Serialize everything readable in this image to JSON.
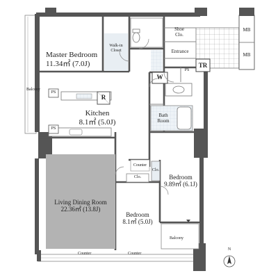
{
  "rooms": {
    "master_bedroom": {
      "name": "Master Bedroom",
      "area": "11.34㎡ (7.0J)"
    },
    "walk_in_closet": {
      "name_line1": "Walk-in",
      "name_line2": "Closet"
    },
    "kitchen": {
      "name": "Kitchen",
      "area": "8.1㎡ (5.0J)"
    },
    "living_dining": {
      "name": "Living Dining Room",
      "area": "22.36㎡ (13.8J)"
    },
    "bedroom_east": {
      "name": "Bedroom",
      "area": "9.89㎡ (6.1J)"
    },
    "bedroom_south": {
      "name": "Bedroom",
      "area": "8.1㎡ (5.0J)"
    },
    "bath": {
      "name_line1": "Bath",
      "name_line2": "Room"
    }
  },
  "labels": {
    "shoe_closet_line1": "Shoe",
    "shoe_closet_line2": "Clo.",
    "entrance": "Entrance",
    "mb_top": "MB",
    "mb_bottom": "MB",
    "tr": "TR",
    "washer": "W",
    "ps_entrance": "PS",
    "ps_top": "PS",
    "ps_bottom": "PS",
    "balcony_west": "Balcony",
    "balcony_south": "Balcony",
    "refrigerator": "R",
    "counter_hall": "Counter",
    "closet_bedroom_east": "Clo.",
    "closet_bedroom_south": "Clo.",
    "counter_left": "Counter",
    "counter_right": "Counter",
    "north": "N"
  },
  "colors": {
    "wall": "#555555",
    "light_wall": "#8a8a8a",
    "carpet": "#b3b3b3",
    "tile": "#d6e3ec",
    "hatch": "#c6c6c6"
  }
}
